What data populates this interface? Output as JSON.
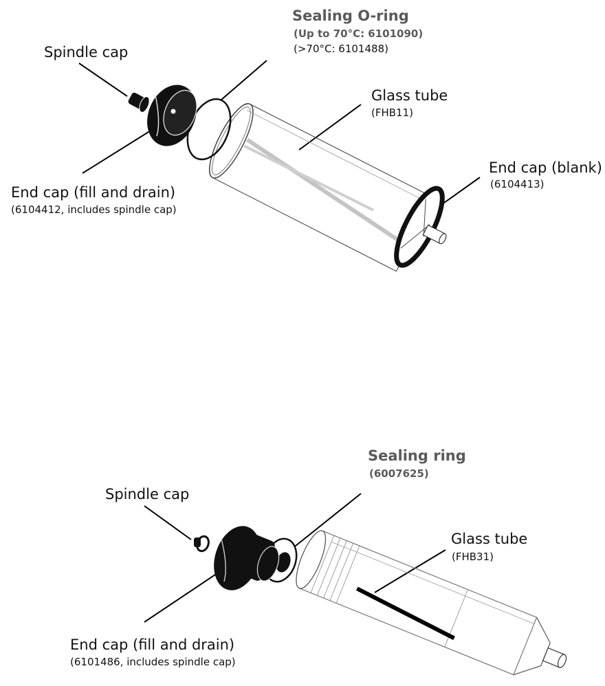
{
  "diagram1": {
    "spindle_cap": "Spindle cap",
    "sealing_oring": "Sealing O-ring",
    "oring_part_a": "(Up to 70°C: 6101090)",
    "oring_part_b": "(>70°C: 6101488)",
    "glass_tube": "Glass tube",
    "glass_tube_part": "(FHB11)",
    "end_cap_blank": "End cap (blank)",
    "end_cap_blank_part": "(6104413)",
    "end_cap_fill": "End cap (fill and drain)",
    "end_cap_fill_part": "(6104412, includes spindle cap)"
  },
  "diagram2": {
    "spindle_cap": "Spindle cap",
    "sealing_ring": "Sealing ring",
    "sealing_ring_part": "(6007625)",
    "glass_tube": "Glass tube",
    "glass_tube_part": "(FHB31)",
    "end_cap_fill": "End cap (fill and drain)",
    "end_cap_fill_part": "(6101486, includes spindle cap)"
  }
}
